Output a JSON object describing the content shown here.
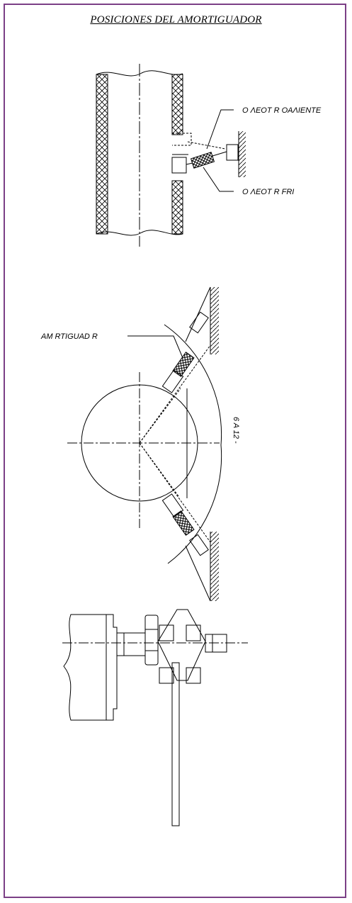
{
  "title": "POSICIONES DEL AMORTIGUADOR",
  "labels": {
    "hot_position": "O ΛEOT R OAΛIENTE",
    "cold_position": "O ΛEOT R FRI",
    "damper": "AM RTIGUAD R",
    "angle_range": "6 A 12 -"
  },
  "colors": {
    "border": "#7b3f86",
    "line": "#000000"
  }
}
